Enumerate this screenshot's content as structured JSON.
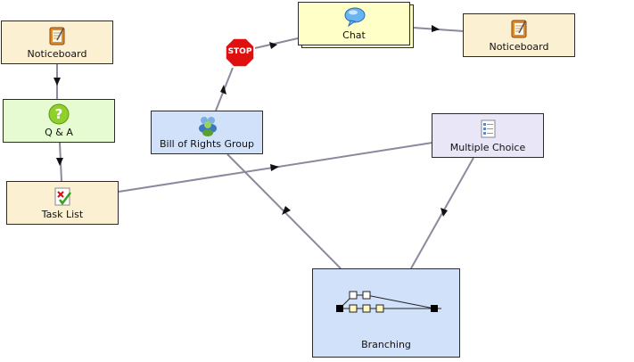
{
  "colors": {
    "noticeboard": "#fcf0d2",
    "qa": "#e6fbd2",
    "task_list": "#fcf0d2",
    "group": "#d2e1fa",
    "multiple_choice": "#e8e6f7",
    "branching": "#d2e1fa",
    "chat": "#ffffc8",
    "stop": "#e01010",
    "connector": "#8a8a9e"
  },
  "nodes": {
    "noticeboard_left": {
      "label": "Noticeboard",
      "icon": "noticeboard-icon"
    },
    "qa": {
      "label": "Q & A",
      "icon": "question-icon"
    },
    "task_list": {
      "label": "Task List",
      "icon": "task-list-icon"
    },
    "group": {
      "label": "Bill of Rights Group",
      "icon": "group-icon"
    },
    "stop": {
      "label": "STOP",
      "icon": "stop-sign-icon"
    },
    "chat": {
      "label": "Chat",
      "icon": "chat-bubble-icon"
    },
    "noticeboard_right": {
      "label": "Noticeboard",
      "icon": "noticeboard-icon"
    },
    "multiple_choice": {
      "label": "Multiple Choice",
      "icon": "checklist-icon"
    },
    "branching": {
      "label": "Branching",
      "icon": "branching-icon"
    }
  }
}
